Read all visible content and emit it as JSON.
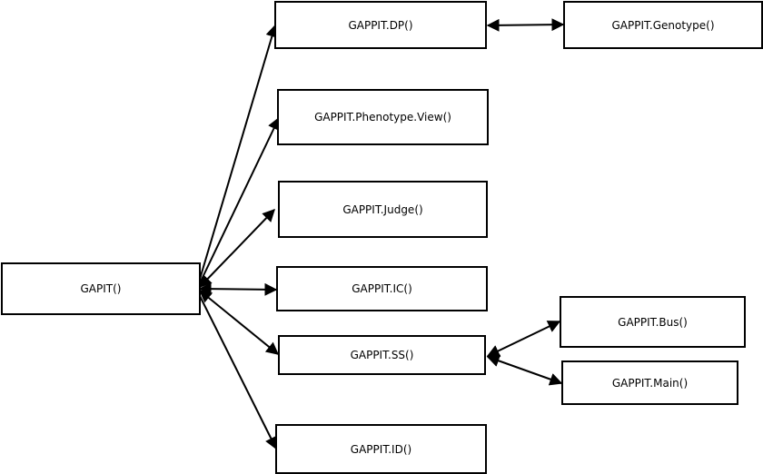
{
  "diagram": {
    "nodes": {
      "gapit": "GAPIT()",
      "dp": "GAPPIT.DP()",
      "genotype": "GAPPIT.Genotype()",
      "phenotype": "GAPPIT.Phenotype.View()",
      "judge": "GAPPIT.Judge()",
      "ic": "GAPPIT.IC()",
      "ss": "GAPPIT.SS()",
      "bus": "GAPPIT.Bus()",
      "main": "GAPPIT.Main()",
      "id": "GAPPIT.ID()"
    },
    "edges": [
      {
        "from": "gapit",
        "to": "dp",
        "direction": "forward"
      },
      {
        "from": "gapit",
        "to": "phenotype",
        "direction": "forward"
      },
      {
        "from": "gapit",
        "to": "judge",
        "direction": "both"
      },
      {
        "from": "gapit",
        "to": "ic",
        "direction": "both"
      },
      {
        "from": "gapit",
        "to": "ss",
        "direction": "both"
      },
      {
        "from": "gapit",
        "to": "id",
        "direction": "forward"
      },
      {
        "from": "dp",
        "to": "genotype",
        "direction": "both"
      },
      {
        "from": "ss",
        "to": "bus",
        "direction": "both"
      },
      {
        "from": "ss",
        "to": "main",
        "direction": "both"
      }
    ],
    "line_color": "#000000"
  }
}
